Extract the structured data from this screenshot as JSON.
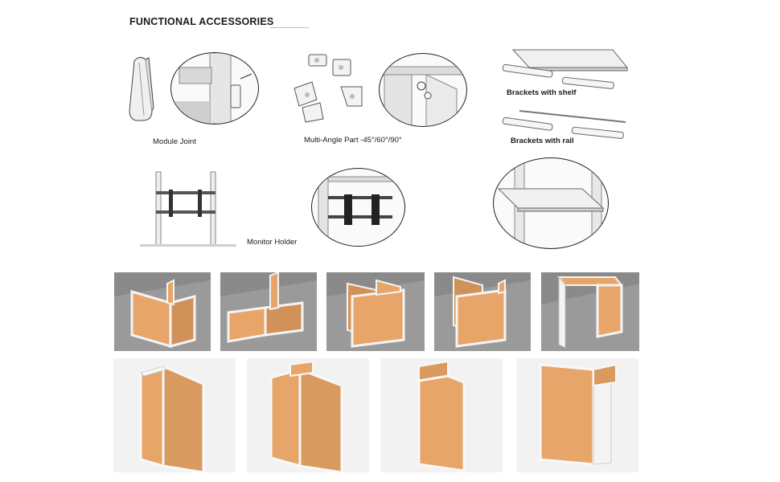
{
  "title": "FUNCTIONAL ACCESSORIES",
  "labels": {
    "module_joint": "Module Joint",
    "multi_angle": "Multi-Angle Part -45°/60°/90°",
    "brackets_shelf": "Brackets with shelf",
    "brackets_rail": "Brackets with rail",
    "monitor_holder": "Monitor Holder"
  },
  "colors": {
    "panel": "#e8a56a",
    "panel_dark": "#c98550",
    "frame": "#f4f4f4",
    "floor": "#8c8c8c",
    "floor_light": "#f3f3f3"
  }
}
